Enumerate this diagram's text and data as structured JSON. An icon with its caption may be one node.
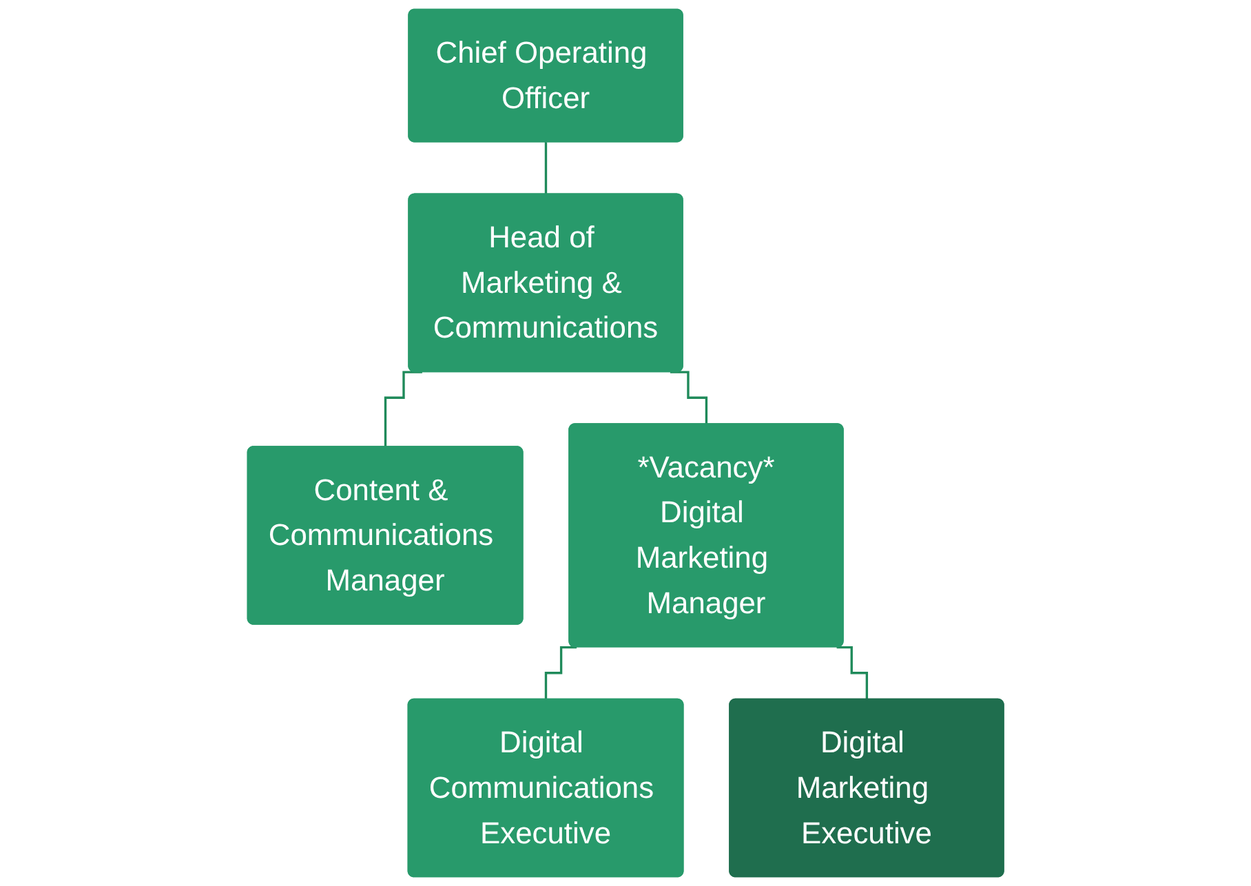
{
  "diagram": {
    "nodes": [
      {
        "text": [
          "Chief Operating Officer"
        ]
      },
      {
        "text": [
          "Head of Marketing & Communications"
        ]
      },
      {
        "text": [
          "Content & Communications Manager"
        ]
      },
      {
        "text": [
          "*Vacancy*",
          "Digital Marketing Manager"
        ]
      },
      {
        "text": [
          "Digital Communications Executive"
        ]
      },
      {
        "text": [
          "Digital Marketing Executive"
        ]
      }
    ],
    "edges": [
      {
        "from": 0,
        "to": 1,
        "arrow": "none"
      },
      {
        "from": 1,
        "to": 2,
        "arrow": "none"
      },
      {
        "from": 1,
        "to": 3,
        "arrow": "none"
      },
      {
        "from": 3,
        "to": 4,
        "arrow": "none"
      },
      {
        "from": 3,
        "to": 5,
        "arrow": "none"
      }
    ]
  }
}
